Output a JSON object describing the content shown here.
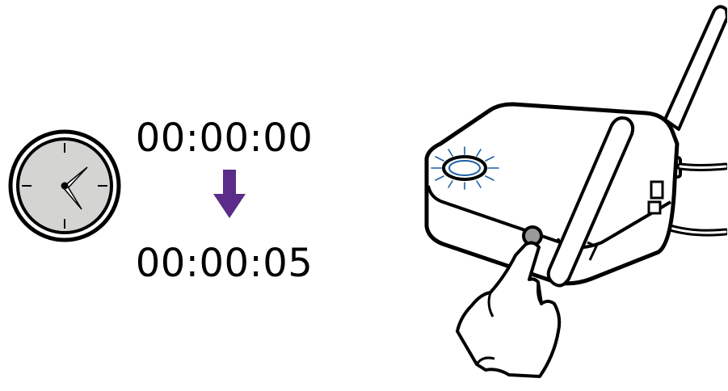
{
  "timer": {
    "start": "00:00:00",
    "end": "00:00:05"
  },
  "colors": {
    "arrow": "#5b2c8a",
    "clock_face": "#d4d4d2",
    "led_glow": "#1a5fa8",
    "outline": "#000000"
  },
  "icons": [
    "clock-icon",
    "arrow-down-icon",
    "device-base-unit",
    "hand-pressing-icon",
    "led-ring-icon"
  ]
}
